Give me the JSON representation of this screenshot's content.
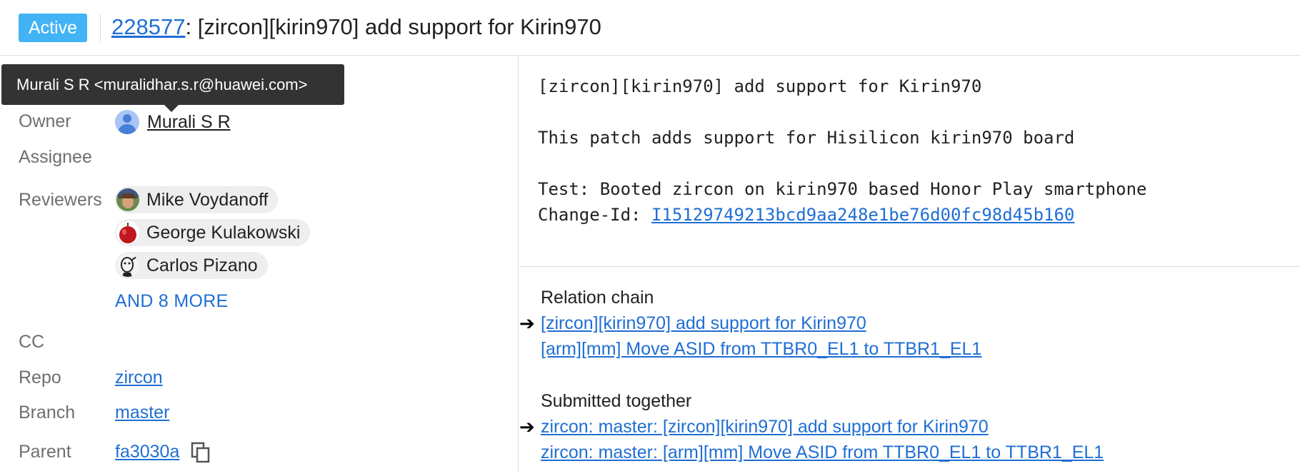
{
  "header": {
    "status": "Active",
    "change_number": "228577",
    "separator": ":",
    "subject": "[zircon][kirin970] add support for Kirin970"
  },
  "tooltip": {
    "text": "Murali S R <muralidhar.s.r@huawei.com>"
  },
  "metadata": {
    "owner_label": "Owner",
    "owner_name": "Murali S R",
    "assignee_label": "Assignee",
    "reviewers_label": "Reviewers",
    "reviewers": [
      {
        "name": "Mike Voydanoff"
      },
      {
        "name": "George Kulakowski"
      },
      {
        "name": "Carlos Pizano"
      }
    ],
    "more_reviewers": "AND 8 MORE",
    "cc_label": "CC",
    "repo_label": "Repo",
    "repo_value": "zircon",
    "branch_label": "Branch",
    "branch_value": "master",
    "parent_label": "Parent",
    "parent_value": "fa3030a"
  },
  "commit_message": {
    "subject_line": "[zircon][kirin970] add support for Kirin970",
    "body_line": "This patch adds support for Hisilicon kirin970 board",
    "test_line": "Test: Booted zircon on kirin970 based Honor Play smartphone",
    "change_id_label": "Change-Id: ",
    "change_id_value": "I15129749213bcd9aa248e1be76d00fc98d45b160"
  },
  "related": {
    "relation_chain_heading": "Relation chain",
    "relation_chain": [
      {
        "label": "[zircon][kirin970] add support for Kirin970",
        "current": true
      },
      {
        "label": "[arm][mm] Move ASID from TTBR0_EL1 to TTBR1_EL1",
        "current": false
      }
    ],
    "submitted_together_heading": "Submitted together",
    "submitted_together": [
      {
        "label": "zircon: master: [zircon][kirin970] add support for Kirin970",
        "current": true
      },
      {
        "label": "zircon: master: [arm][mm] Move ASID from TTBR0_EL1 to TTBR1_EL1",
        "current": false
      }
    ],
    "current_marker": "➔"
  },
  "icons": {
    "owner_avatar": "person-avatar-icon",
    "copy": "copy-icon"
  },
  "colors": {
    "status_active": "#42b3f4",
    "link": "#1f6ed4",
    "tooltip_bg": "#333333"
  }
}
